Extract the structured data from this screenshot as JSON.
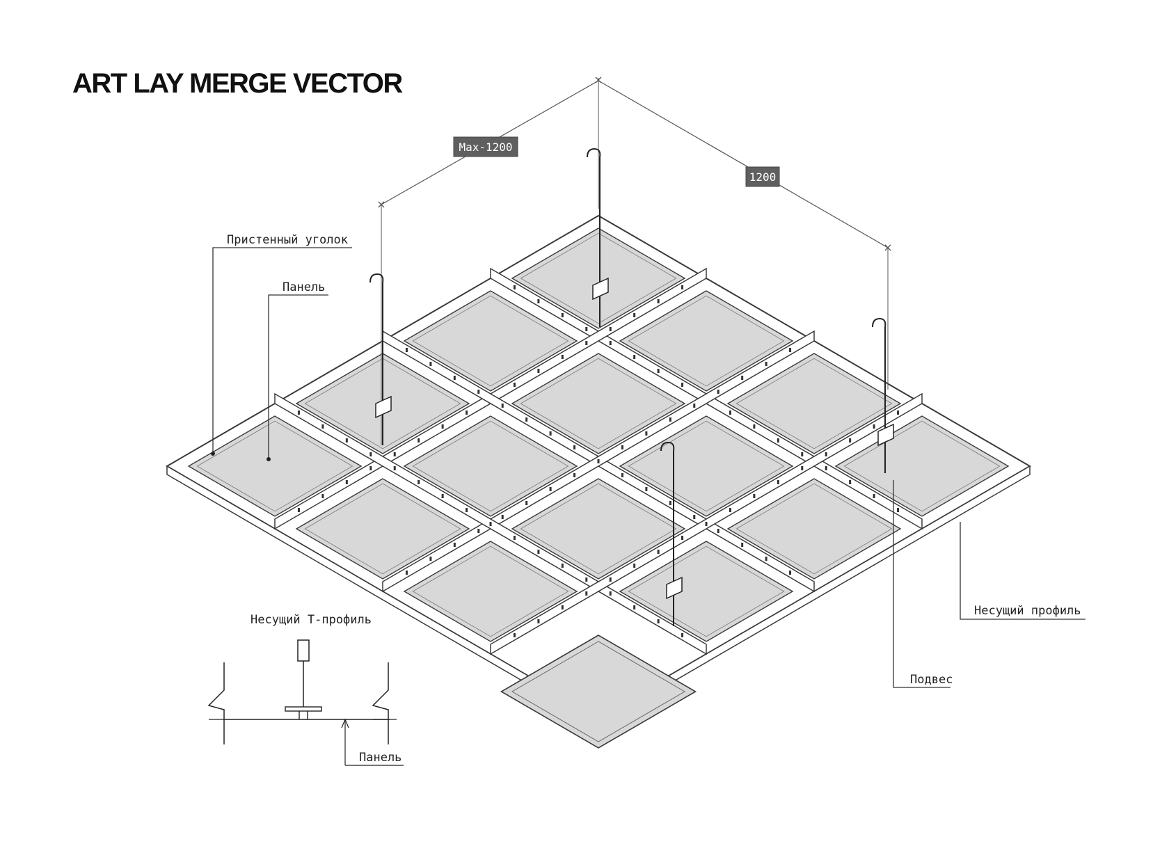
{
  "title": "ART LAY MERGE VECTOR",
  "dimensions": {
    "max_span": "Max-1200",
    "span": "1200"
  },
  "labels": {
    "wall_angle": "Пристенный уголок",
    "panel_top": "Панель",
    "carrier_profile": "Несущий профиль",
    "hanger": "Подвес",
    "t_profile": "Несущий T-профиль",
    "panel_bottom": "Панель"
  },
  "colors": {
    "panel_fill": "#d8d8d8",
    "line": "#3a3a3a",
    "badge": "#5f5f5f"
  }
}
